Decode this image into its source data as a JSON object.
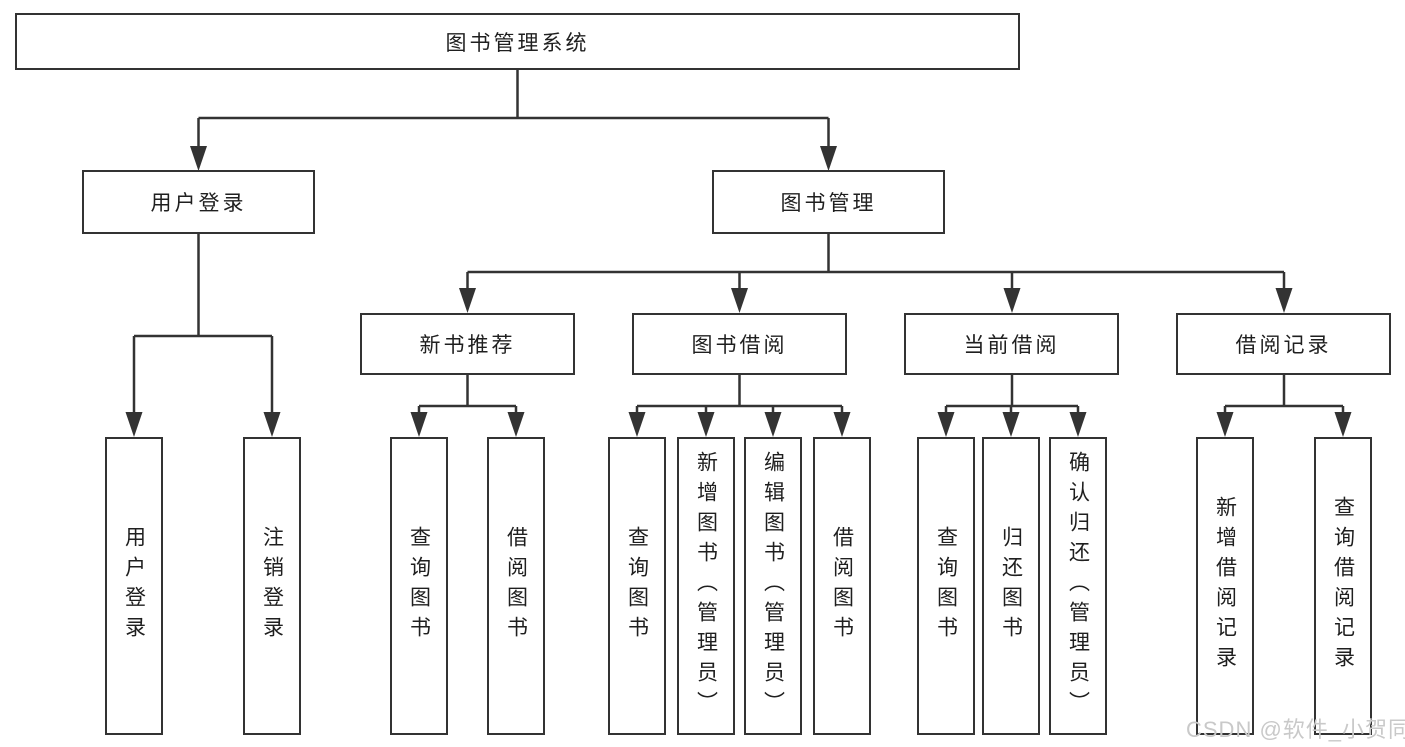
{
  "diagram": {
    "root": {
      "label": "图书管理系统"
    },
    "branches": [
      {
        "label": "用户登录",
        "children": [
          {
            "label": "用户登录"
          },
          {
            "label": "注销登录"
          }
        ]
      },
      {
        "label": "图书管理",
        "children": [
          {
            "label": "新书推荐",
            "children": [
              {
                "label": "查询图书"
              },
              {
                "label": "借阅图书"
              }
            ]
          },
          {
            "label": "图书借阅",
            "children": [
              {
                "label": "查询图书"
              },
              {
                "label": "新增图书（管理员）"
              },
              {
                "label": "编辑图书（管理员）"
              },
              {
                "label": "借阅图书"
              }
            ]
          },
          {
            "label": "当前借阅",
            "children": [
              {
                "label": "查询图书"
              },
              {
                "label": "归还图书"
              },
              {
                "label": "确认归还（管理员）"
              }
            ]
          },
          {
            "label": "借阅记录",
            "children": [
              {
                "label": "新增借阅记录"
              },
              {
                "label": "查询借阅记录"
              }
            ]
          }
        ]
      }
    ],
    "watermark": "CSDN @软件_小贺同学",
    "colors": {
      "line": "#333333",
      "box_border": "#333333",
      "box_background": "#ffffff",
      "text": "#1f1f1f",
      "watermark_text": "#c9c9c9",
      "background": "#ffffff"
    }
  }
}
